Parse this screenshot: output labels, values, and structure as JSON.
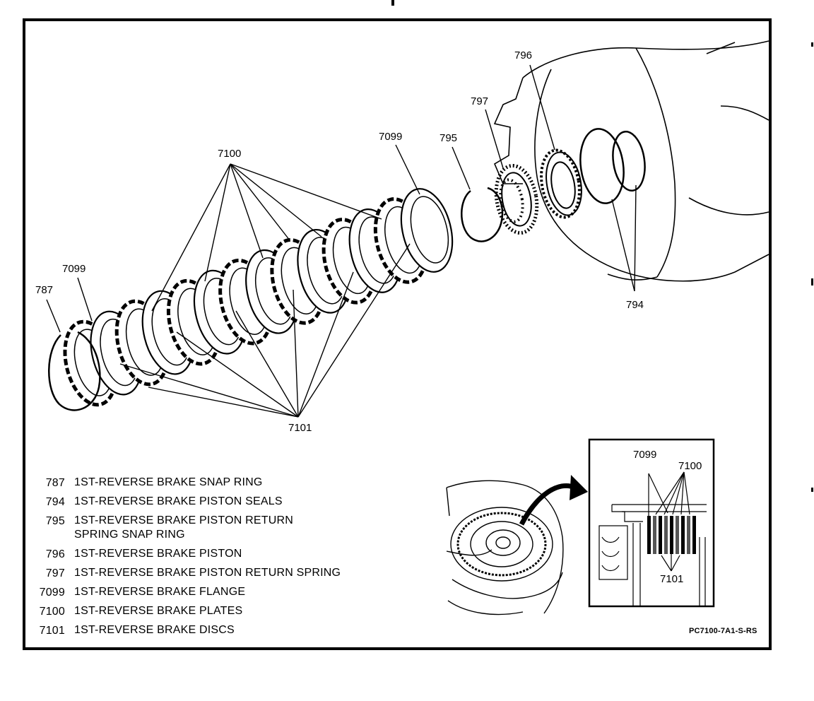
{
  "callouts": {
    "c796": "796",
    "c797": "797",
    "c7099_top": "7099",
    "c795": "795",
    "c7100": "7100",
    "c7099_left": "7099",
    "c787": "787",
    "c794": "794",
    "c7101": "7101"
  },
  "detail_callouts": {
    "c7099": "7099",
    "c7100": "7100",
    "c7101": "7101"
  },
  "legend": [
    {
      "num": "787",
      "desc": "1ST-REVERSE BRAKE SNAP RING"
    },
    {
      "num": "794",
      "desc": "1ST-REVERSE BRAKE PISTON SEALS"
    },
    {
      "num": "795",
      "desc": "1ST-REVERSE BRAKE PISTON RETURN\nSPRING SNAP RING"
    },
    {
      "num": "796",
      "desc": "1ST-REVERSE BRAKE PISTON"
    },
    {
      "num": "797",
      "desc": "1ST-REVERSE BRAKE PISTON RETURN SPRING"
    },
    {
      "num": "7099",
      "desc": "1ST-REVERSE BRAKE FLANGE"
    },
    {
      "num": "7100",
      "desc": "1ST-REVERSE BRAKE PLATES"
    },
    {
      "num": "7101",
      "desc": "1ST-REVERSE BRAKE DISCS"
    }
  ],
  "figure_code": "PC7100-7A1-S-RS"
}
